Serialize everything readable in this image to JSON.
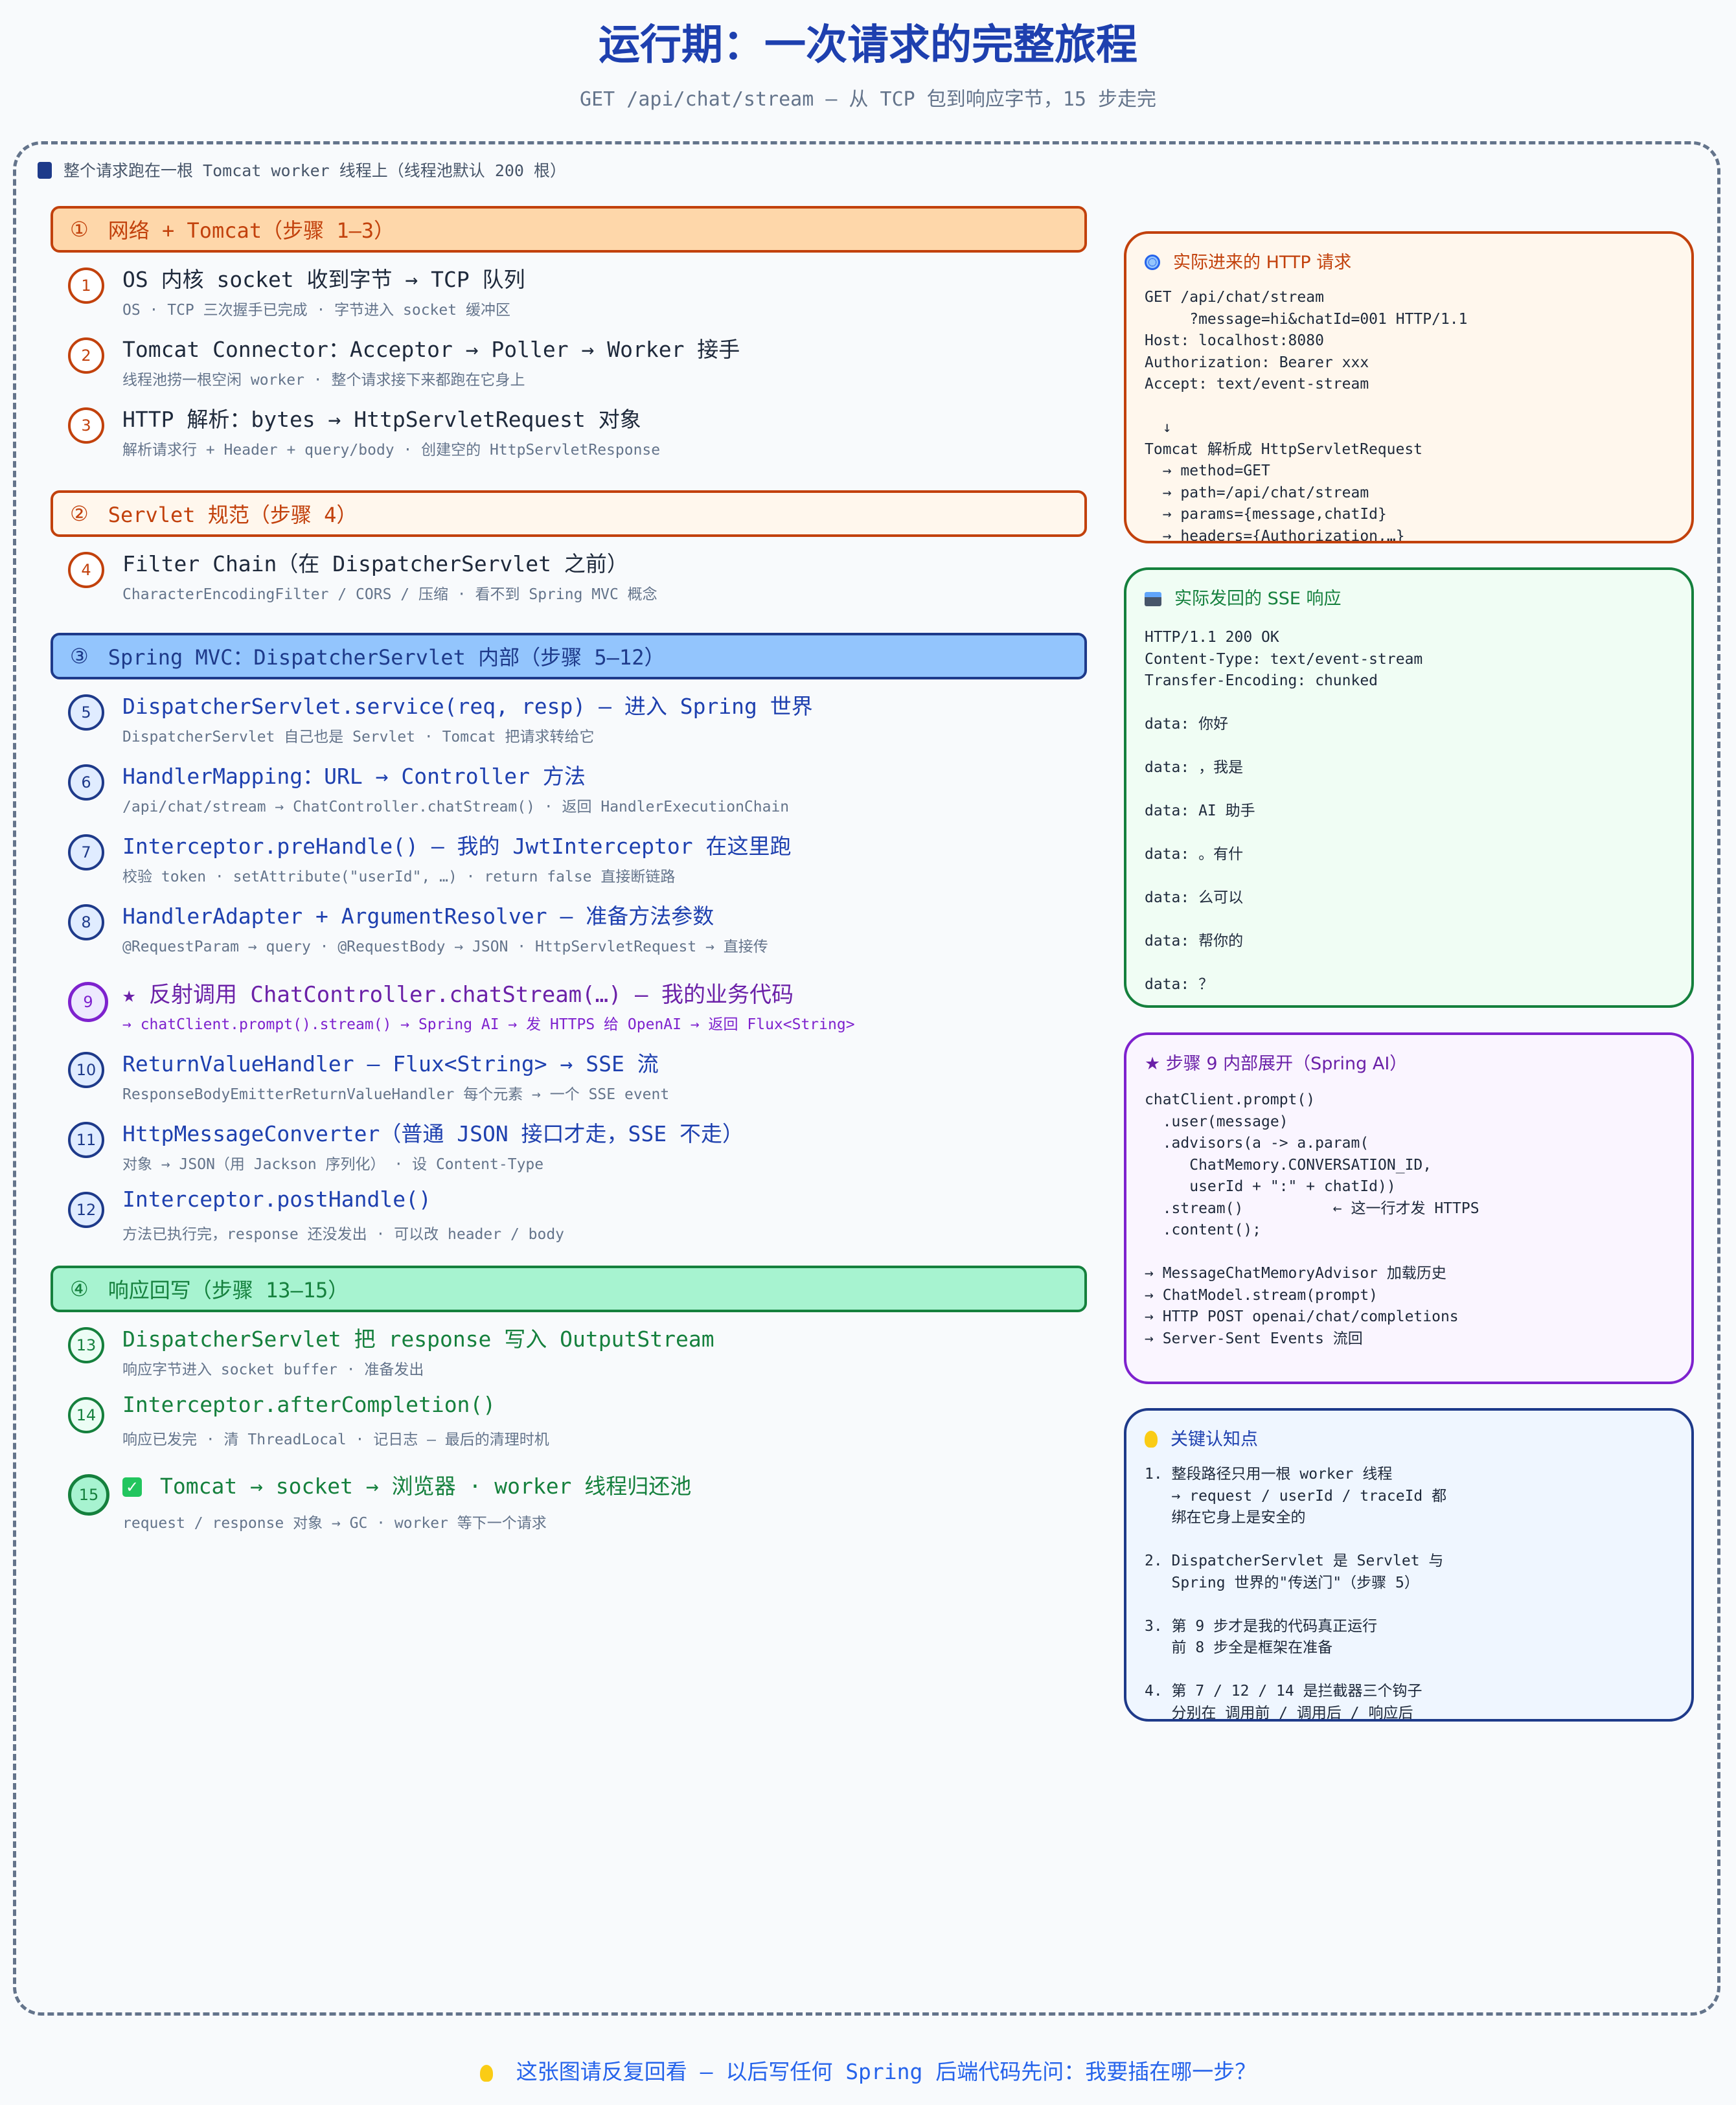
{
  "header": {
    "title": "运行期：一次请求的完整旅程",
    "subtitle": "GET /api/chat/stream — 从 TCP 包到响应字节，15 步走完"
  },
  "thread_note": "整个请求跑在一根 Tomcat worker 线程上（线程池默认 200 根）",
  "sections": [
    {
      "num": "①",
      "label": "网络 + Tomcat（步骤 1–3）"
    },
    {
      "num": "②",
      "label": "Servlet 规范（步骤 4）"
    },
    {
      "num": "③",
      "label": "Spring MVC：DispatcherServlet 内部（步骤 5–12）"
    },
    {
      "num": "④",
      "label": "响应回写（步骤 13–15）"
    }
  ],
  "steps": [
    {
      "num": "1",
      "title": "OS 内核 socket 收到字节 → TCP 队列",
      "desc": "OS · TCP 三次握手已完成 · 字节进入 socket 缓冲区"
    },
    {
      "num": "2",
      "title": "Tomcat Connector：Acceptor → Poller → Worker 接手",
      "desc": "线程池捞一根空闲 worker · 整个请求接下来都跑在它身上"
    },
    {
      "num": "3",
      "title": "HTTP 解析：bytes → HttpServletRequest 对象",
      "desc": "解析请求行 + Header + query/body · 创建空的 HttpServletResponse"
    },
    {
      "num": "4",
      "title": "Filter Chain（在 DispatcherServlet 之前）",
      "desc": "CharacterEncodingFilter / CORS / 压缩 · 看不到 Spring MVC 概念"
    },
    {
      "num": "5",
      "title": "DispatcherServlet.service(req, resp) — 进入 Spring 世界",
      "desc": "DispatcherServlet 自己也是 Servlet · Tomcat 把请求转给它"
    },
    {
      "num": "6",
      "title": "HandlerMapping：URL → Controller 方法",
      "desc": "/api/chat/stream → ChatController.chatStream() · 返回 HandlerExecutionChain"
    },
    {
      "num": "7",
      "title": "Interceptor.preHandle() — 我的 JwtInterceptor 在这里跑",
      "desc": "校验 token · setAttribute(\"userId\", …) · return false 直接断链路"
    },
    {
      "num": "8",
      "title": "HandlerAdapter + ArgumentResolver — 准备方法参数",
      "desc": "@RequestParam → query · @RequestBody → JSON · HttpServletRequest → 直接传"
    },
    {
      "num": "9",
      "title": "★ 反射调用 ChatController.chatStream(…) — 我的业务代码",
      "desc": "→ chatClient.prompt().stream() → Spring AI → 发 HTTPS 给 OpenAI → 返回 Flux<String>"
    },
    {
      "num": "10",
      "title": "ReturnValueHandler — Flux<String> → SSE 流",
      "desc": "ResponseBodyEmitterReturnValueHandler 每个元素 → 一个 SSE event"
    },
    {
      "num": "11",
      "title": "HttpMessageConverter（普通 JSON 接口才走，SSE 不走）",
      "desc": "对象 → JSON（用 Jackson 序列化） · 设 Content-Type"
    },
    {
      "num": "12",
      "title": "Interceptor.postHandle()",
      "desc": "方法已执行完，response 还没发出 · 可以改 header / body"
    },
    {
      "num": "13",
      "title": "DispatcherServlet 把 response 写入 OutputStream",
      "desc": "响应字节进入 socket buffer · 准备发出"
    },
    {
      "num": "14",
      "title": "Interceptor.afterCompletion()",
      "desc": "响应已发完 · 清 ThreadLocal · 记日志 — 最后的清理时机"
    },
    {
      "num": "15",
      "title": "Tomcat → socket → 浏览器 · worker 线程归还池",
      "desc": "request / response 对象 → GC · worker 等下一个请求"
    }
  ],
  "panels": {
    "http": {
      "title": "实际进来的 HTTP 请求",
      "icon": "globe-icon",
      "body": "GET /api/chat/stream\n     ?message=hi&chatId=001 HTTP/1.1\nHost: localhost:8080\nAuthorization: Bearer xxx\nAccept: text/event-stream\n\n  ↓\nTomcat 解析成 HttpServletRequest\n  → method=GET\n  → path=/api/chat/stream\n  → params={message,chatId}\n  → headers={Authorization,…}"
    },
    "sse": {
      "title": "实际发回的 SSE 响应",
      "icon": "inbox-icon",
      "body": "HTTP/1.1 200 OK\nContent-Type: text/event-stream\nTransfer-Encoding: chunked\n\ndata: 你好\n\ndata: ，我是\n\ndata: AI 助手\n\ndata: 。有什\n\ndata: 么可以\n\ndata: 帮你的\n\ndata: ？"
    },
    "ai": {
      "title": "★ 步骤 9 内部展开（Spring AI）",
      "body": "chatClient.prompt()\n  .user(message)\n  .advisors(a -> a.param(\n     ChatMemory.CONVERSATION_ID,\n     userId + \":\" + chatId))\n  .stream()          ← 这一行才发 HTTPS\n  .content();\n\n→ MessageChatMemoryAdvisor 加载历史\n→ ChatModel.stream(prompt)\n→ HTTP POST openai/chat/completions\n→ Server-Sent Events 流回"
    },
    "key": {
      "title": "关键认知点",
      "icon": "bulb-icon",
      "body": "1. 整段路径只用一根 worker 线程\n   → request / userId / traceId 都\n   绑在它身上是安全的\n\n2. DispatcherServlet 是 Servlet 与\n   Spring 世界的\"传送门\"（步骤 5）\n\n3. 第 9 步才是我的代码真正运行\n   前 8 步全是框架在准备\n\n4. 第 7 / 12 / 14 是拦截器三个钩子\n   分别在 调用前 / 调用后 / 响应后"
    }
  },
  "footer": "这张图请反复回看 — 以后写任何 Spring 后端代码先问：我要插在哪一步？",
  "colors": {
    "network": "#c2410c",
    "spring_mvc": "#1e3a8a",
    "business": "#7e22ce",
    "response": "#15803d"
  }
}
